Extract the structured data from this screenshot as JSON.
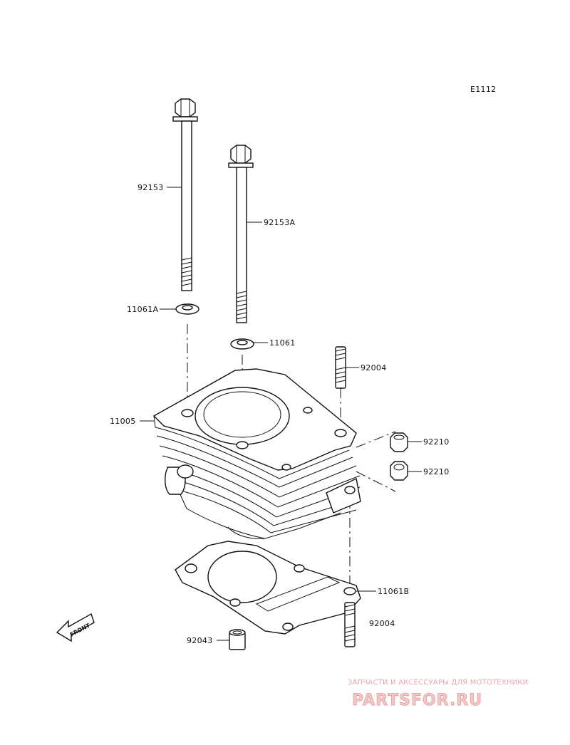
{
  "diagram_code": "E1112",
  "labels": {
    "bolt_long": "92153",
    "bolt_short": "92153A",
    "washer_left": "11061A",
    "washer_right": "11061",
    "cylinder": "11005",
    "stud_upper": "92004",
    "nut_upper": "92210",
    "nut_lower": "92210",
    "dowel_stud": "11061B",
    "stud_lower": "92004",
    "dowel": "92043"
  },
  "front_arrow": "FRONT",
  "watermark": {
    "tagline": "ЗАПЧАСТИ И АКСЕССУАРЫ ДЛЯ МОТОТЕХНИКИ",
    "logo": "PARTSFOR.RU"
  }
}
